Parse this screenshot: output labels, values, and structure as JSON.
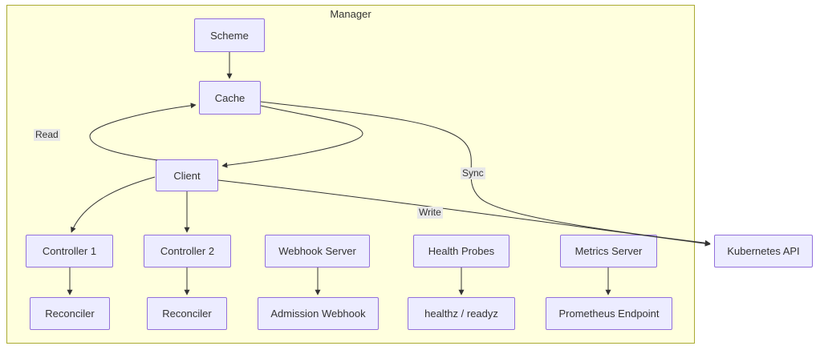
{
  "diagram": {
    "type": "flowchart",
    "container_label": "Manager",
    "nodes": {
      "scheme": "Scheme",
      "cache": "Cache",
      "client": "Client",
      "controller1": "Controller 1",
      "controller2": "Controller 2",
      "webhook_server": "Webhook Server",
      "health_probes": "Health Probes",
      "metrics_server": "Metrics Server",
      "kubernetes_api": "Kubernetes API",
      "reconciler1": "Reconciler",
      "reconciler2": "Reconciler",
      "admission_webhook": "Admission Webhook",
      "healthz_readyz": "healthz / readyz",
      "prometheus_endpoint": "Prometheus Endpoint"
    },
    "edge_labels": {
      "read": "Read",
      "sync": "Sync",
      "write": "Write"
    },
    "edges": [
      {
        "from": "Scheme",
        "to": "Cache",
        "label": ""
      },
      {
        "from": "Client",
        "to": "Cache",
        "label": "Read"
      },
      {
        "from": "Cache",
        "to": "Client",
        "label": ""
      },
      {
        "from": "Cache",
        "to": "Kubernetes API",
        "label": "Sync"
      },
      {
        "from": "Client",
        "to": "Kubernetes API",
        "label": "Write"
      },
      {
        "from": "Client",
        "to": "Controller 1",
        "label": ""
      },
      {
        "from": "Client",
        "to": "Controller 2",
        "label": ""
      },
      {
        "from": "Controller 1",
        "to": "Reconciler",
        "label": ""
      },
      {
        "from": "Controller 2",
        "to": "Reconciler",
        "label": ""
      },
      {
        "from": "Webhook Server",
        "to": "Admission Webhook",
        "label": ""
      },
      {
        "from": "Health Probes",
        "to": "healthz / readyz",
        "label": ""
      },
      {
        "from": "Metrics Server",
        "to": "Prometheus Endpoint",
        "label": ""
      }
    ],
    "colors": {
      "subgraph_fill": "#ffffde",
      "subgraph_border": "#aaaa33",
      "node_fill": "#ececff",
      "node_border": "#9370db",
      "edge_stroke": "#333333",
      "edge_label_bg": "#e8e8e8",
      "text": "#333333",
      "page_bg": "#ffffff"
    }
  }
}
